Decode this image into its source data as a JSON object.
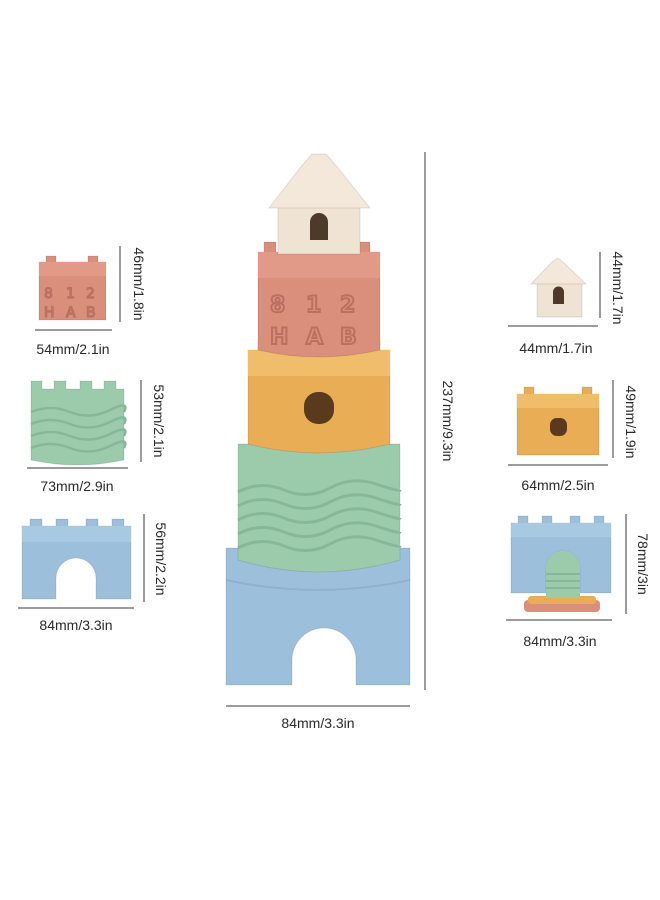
{
  "colors": {
    "cream": "#efe3d4",
    "terracotta": "#d98f7c",
    "mustard": "#e8ad55",
    "mint": "#9ccbac",
    "blue": "#9cc0dc",
    "line": "#3a3a3a"
  },
  "cup_embossing": {
    "top_row": [
      "8",
      "1",
      "2"
    ],
    "bottom_row": [
      "H",
      "A",
      "B"
    ]
  },
  "dimensions": {
    "tower_width": "84mm/3.3in",
    "tower_height": "237mm/9.3in",
    "left_terracotta_width": "54mm/2.1in",
    "left_terracotta_height": "46mm/1.8in",
    "left_mint_width": "73mm/2.9in",
    "left_mint_height": "53mm/2.1in",
    "left_blue_width": "84mm/3.3in",
    "left_blue_height": "56mm/2.2in",
    "right_roof_width": "44mm/1.7in",
    "right_roof_height": "44mm/1.7in",
    "right_mustard_width": "64mm/2.5in",
    "right_mustard_height": "49mm/1.9in",
    "right_nested_width": "84mm/3.3in",
    "right_nested_height": "78mm/3in"
  }
}
